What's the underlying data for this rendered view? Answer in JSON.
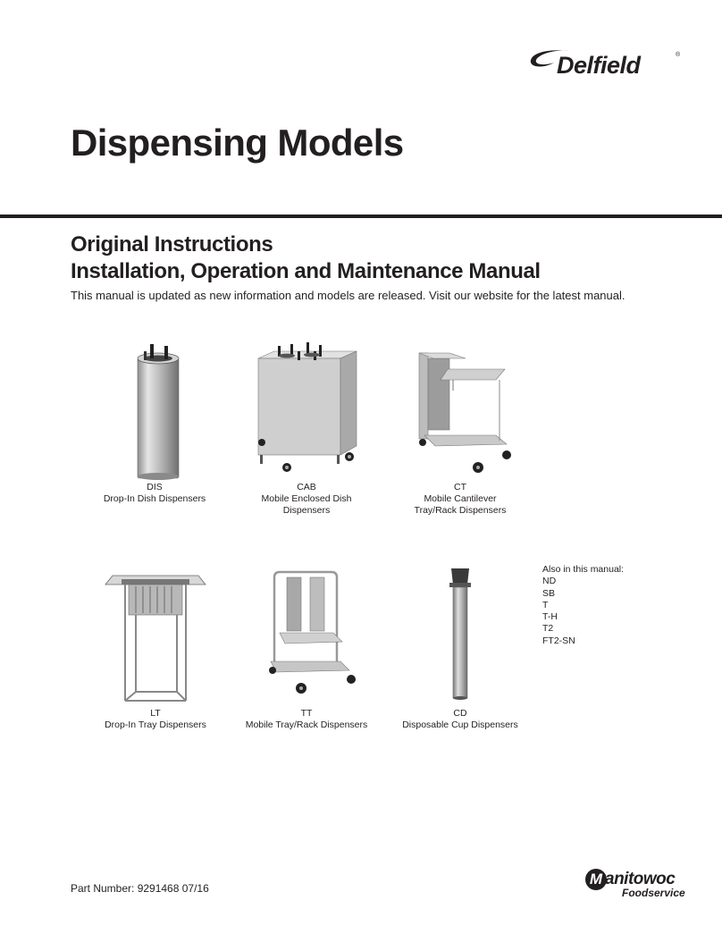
{
  "brand": {
    "name": "Delfield",
    "registered": "®"
  },
  "title": "Dispensing Models",
  "subtitle_line1": "Original Instructions",
  "subtitle_line2": "Installation, Operation and Maintenance Manual",
  "note": "This manual is updated as new information and models are released. Visit our website for the latest manual.",
  "models": [
    {
      "code": "DIS",
      "desc": "Drop-In Dish Dispensers",
      "desc2": ""
    },
    {
      "code": "CAB",
      "desc": "Mobile Enclosed Dish Dispensers",
      "desc2": ""
    },
    {
      "code": "CT",
      "desc": "Mobile Cantilever",
      "desc2": "Tray/Rack Dispensers"
    },
    {
      "code": "LT",
      "desc": "Drop-In Tray Dispensers",
      "desc2": ""
    },
    {
      "code": "TT",
      "desc": "Mobile Tray/Rack Dispensers",
      "desc2": ""
    },
    {
      "code": "CD",
      "desc": "Disposable Cup Dispensers",
      "desc2": ""
    }
  ],
  "also": {
    "heading": "Also in this manual:",
    "items": [
      "ND",
      "SB",
      "T",
      "T-H",
      "T2",
      "FT2-SN"
    ]
  },
  "part_number": "Part Number: 9291468  07/16",
  "manufacturer": {
    "mark": "M",
    "name": "anitowoc",
    "sub": "Foodservice"
  }
}
